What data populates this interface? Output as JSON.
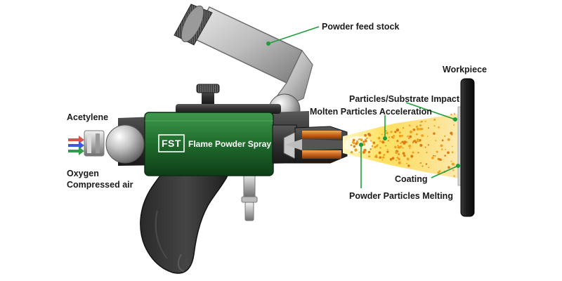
{
  "diagram": {
    "brand_logo": "FST",
    "brand_name": "Flame Powder Spray",
    "labels": {
      "acetylene": "Acetylene",
      "oxygen": "Oxygen",
      "compressed_air": "Compressed air",
      "powder_feed_stock": "Powder feed stock",
      "workpiece": "Workpiece",
      "particles_substrate_impact": "Particles/Substrate Impact",
      "molten_particles_acceleration": "Molten Particles Acceleration",
      "coating": "Coating",
      "powder_particles_melting": "Powder Particles Melting"
    },
    "gas_inlet_arrow_colors": [
      "#d9534f",
      "#3b5bdb",
      "#2f9e44"
    ],
    "colors": {
      "gun_body_green": "#1f6b2c",
      "leader_line_green": "#1e9e3a",
      "flame_yellow": "#f6c21a"
    }
  }
}
